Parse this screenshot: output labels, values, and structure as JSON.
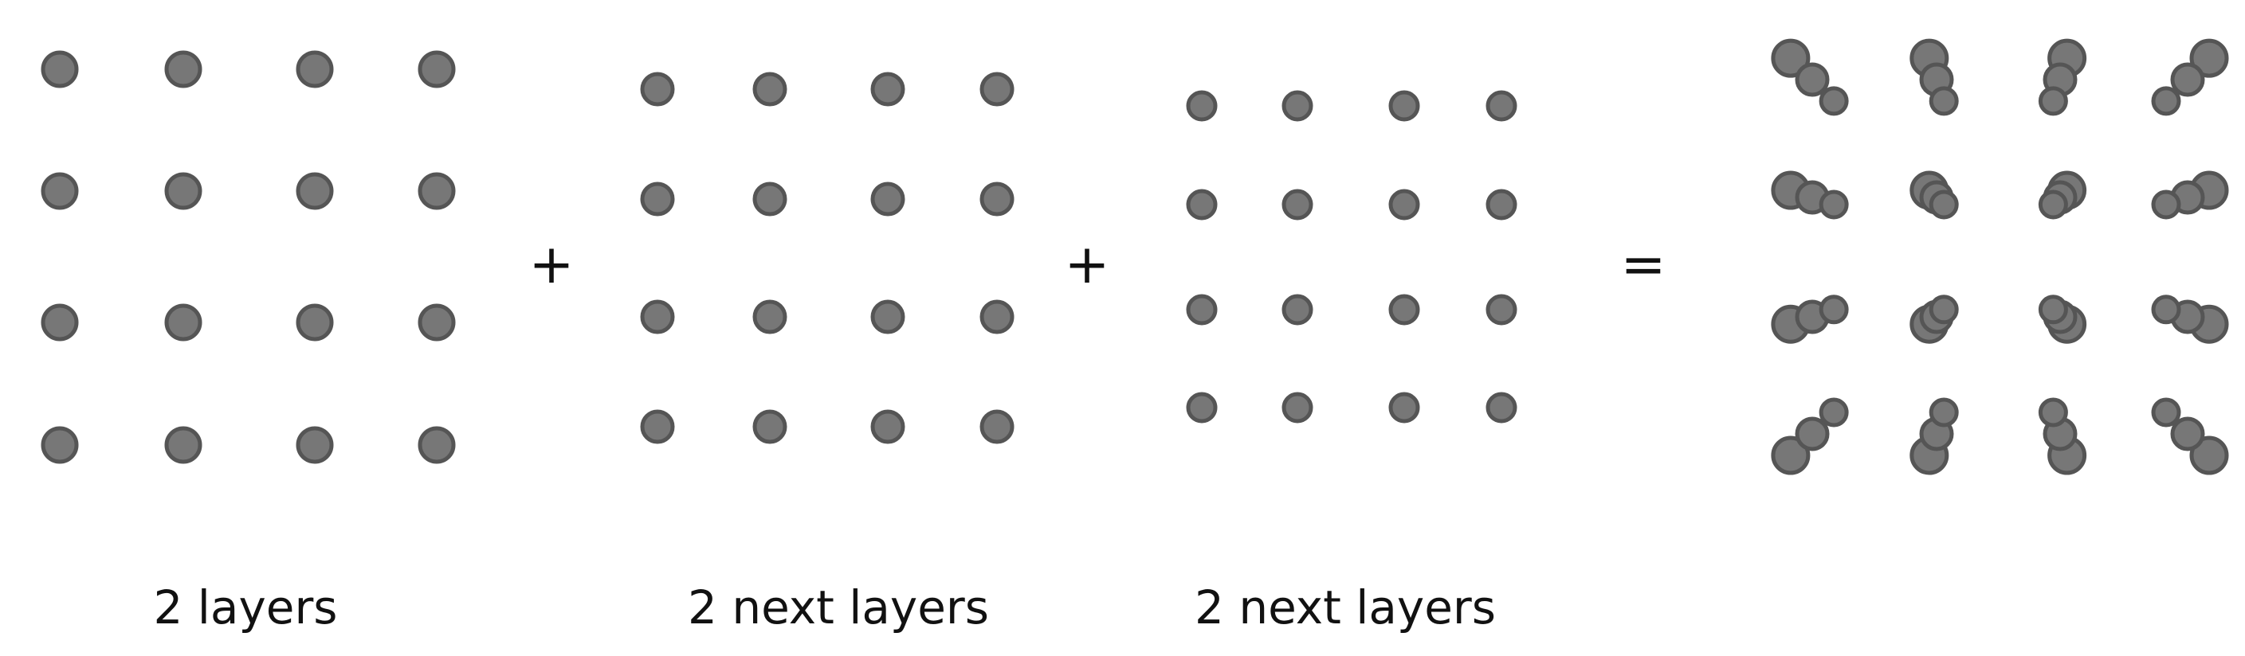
{
  "colors": {
    "dot_fill": "#777777",
    "dot_stroke": "#555555",
    "text": "#111111",
    "background": "#ffffff"
  },
  "operators": {
    "plus_1": "+",
    "plus_2": "+",
    "equals": "="
  },
  "captions": {
    "group_1": "2 layers",
    "group_2": "2 next layers",
    "group_3": "2 next layers"
  },
  "grids": {
    "rows": 4,
    "columns": 4,
    "composite_dots_per_cell": 3
  }
}
